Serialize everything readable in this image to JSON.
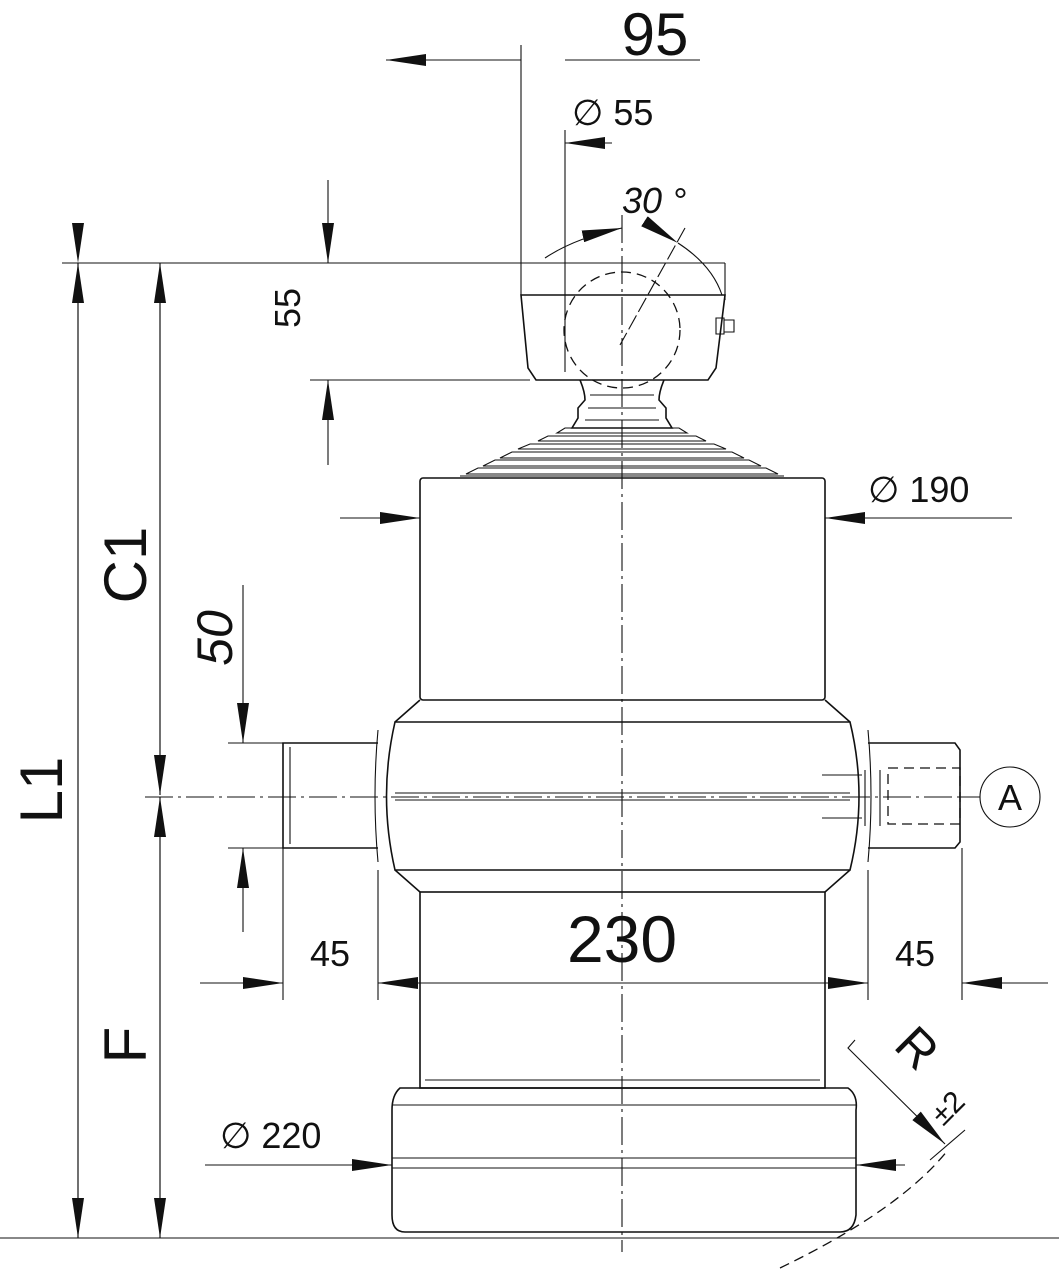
{
  "drawing": {
    "dimensions": {
      "top_offset": "95",
      "pin_diameter": "∅ 55",
      "swivel_angle": "30 °",
      "cup_height": "55",
      "upper_diameter": "∅ 190",
      "trunnion_width": "50",
      "trunnion_left_length": "45",
      "trunnion_right_length": "45",
      "body_width": "230",
      "base_diameter": "∅ 220",
      "radius_label": "R",
      "radius_tolerance": "±2",
      "total_length": "L1",
      "upper_length": "C1",
      "lower_length": "F",
      "port_label": "A"
    }
  }
}
